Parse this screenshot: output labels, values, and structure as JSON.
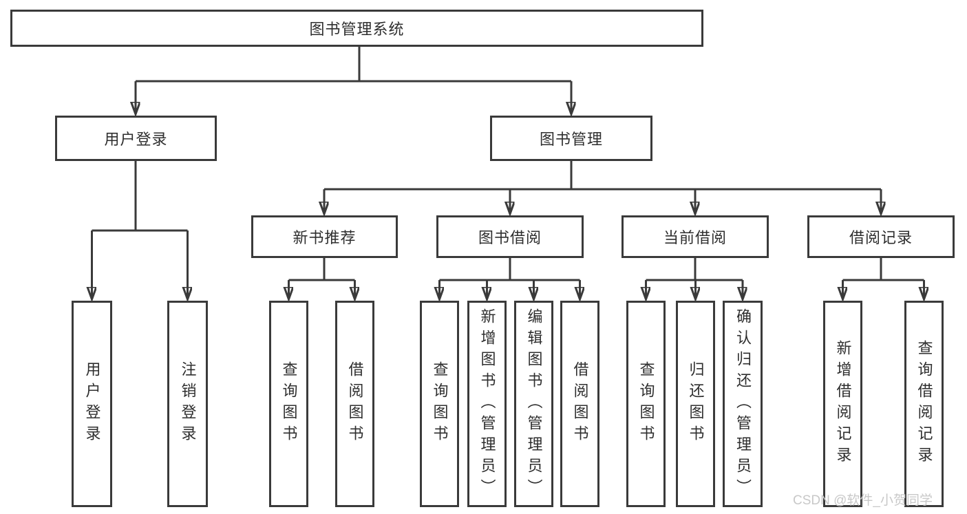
{
  "title": "图书管理系统",
  "watermark": "CSDN @软件_小贺同学",
  "colors": {
    "line": "#3a3a3a",
    "ink": "#2e2e2e",
    "watermark": "#c8c8c8",
    "bg": "#ffffff",
    "box_bg": "#ffffff"
  },
  "nodes": {
    "root": {
      "label": "图书管理系统"
    },
    "user_login": {
      "label": "用户登录"
    },
    "book_management": {
      "label": "图书管理"
    },
    "new_book_recommend": {
      "label": "新书推荐"
    },
    "book_borrowing": {
      "label": "图书借阅"
    },
    "current_borrowing": {
      "label": "当前借阅"
    },
    "borrow_records": {
      "label": "借阅记录"
    },
    "leaf_user_login": {
      "label": "用户登录"
    },
    "leaf_logout": {
      "label": "注销登录"
    },
    "leaf_query_book_1": {
      "label": "查询图书"
    },
    "leaf_borrow_book_1": {
      "label": "借阅图书"
    },
    "leaf_query_book_2": {
      "label": "查询图书"
    },
    "leaf_add_book_admin": {
      "label": "新增图书（管理员）"
    },
    "leaf_edit_book_admin": {
      "label": "编辑图书（管理员）"
    },
    "leaf_borrow_book_2": {
      "label": "借阅图书"
    },
    "leaf_query_book_3": {
      "label": "查询图书"
    },
    "leaf_return_book": {
      "label": "归还图书"
    },
    "leaf_confirm_return_admin": {
      "label": "确认归还（管理员）"
    },
    "leaf_add_borrow_record": {
      "label": "新增借阅记录"
    },
    "leaf_query_borrow_record": {
      "label": "查询借阅记录"
    }
  },
  "hierarchy": {
    "图书管理系统": {
      "用户登录": [
        "用户登录",
        "注销登录"
      ],
      "图书管理": {
        "新书推荐": [
          "查询图书",
          "借阅图书"
        ],
        "图书借阅": [
          "查询图书",
          "新增图书（管理员）",
          "编辑图书（管理员）",
          "借阅图书"
        ],
        "当前借阅": [
          "查询图书",
          "归还图书",
          "确认归还（管理员）"
        ],
        "借阅记录": [
          "新增借阅记录",
          "查询借阅记录"
        ]
      }
    }
  }
}
